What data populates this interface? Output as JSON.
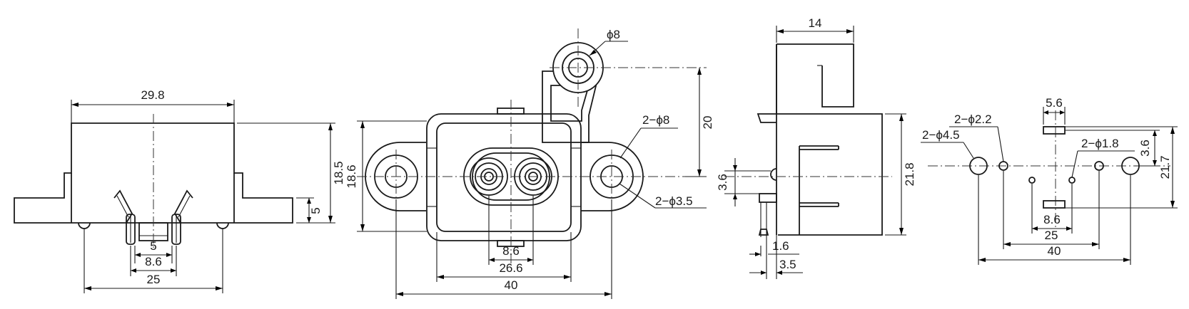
{
  "front_view": {
    "width": "29.8",
    "height": "18.5",
    "flange": "5",
    "pin_gap": "5",
    "pin_pitch": "8.6",
    "mount_pitch": "25"
  },
  "top_view": {
    "pin_dia": "ϕ8",
    "tab_offset": "20",
    "body_height": "18.6",
    "ear_hole": "2−ϕ8",
    "hole_small": "2−ϕ3.5",
    "pin_pitch": "8.6",
    "body_width": "26.6",
    "overall": "40"
  },
  "side_view": {
    "depth": "14",
    "height": "21.8",
    "stub": "3.6",
    "pin_offset": "1.6",
    "edge": "3.5"
  },
  "pcb_layout": {
    "slot_width": "5.6",
    "hole_a": "2−ϕ2.2",
    "hole_b": "2−ϕ4.5",
    "hole_c": "2−ϕ1.8",
    "slot_offset": "3.6",
    "height": "21.7",
    "pin_pitch": "8.6",
    "mid_pitch": "25",
    "overall": "40"
  }
}
